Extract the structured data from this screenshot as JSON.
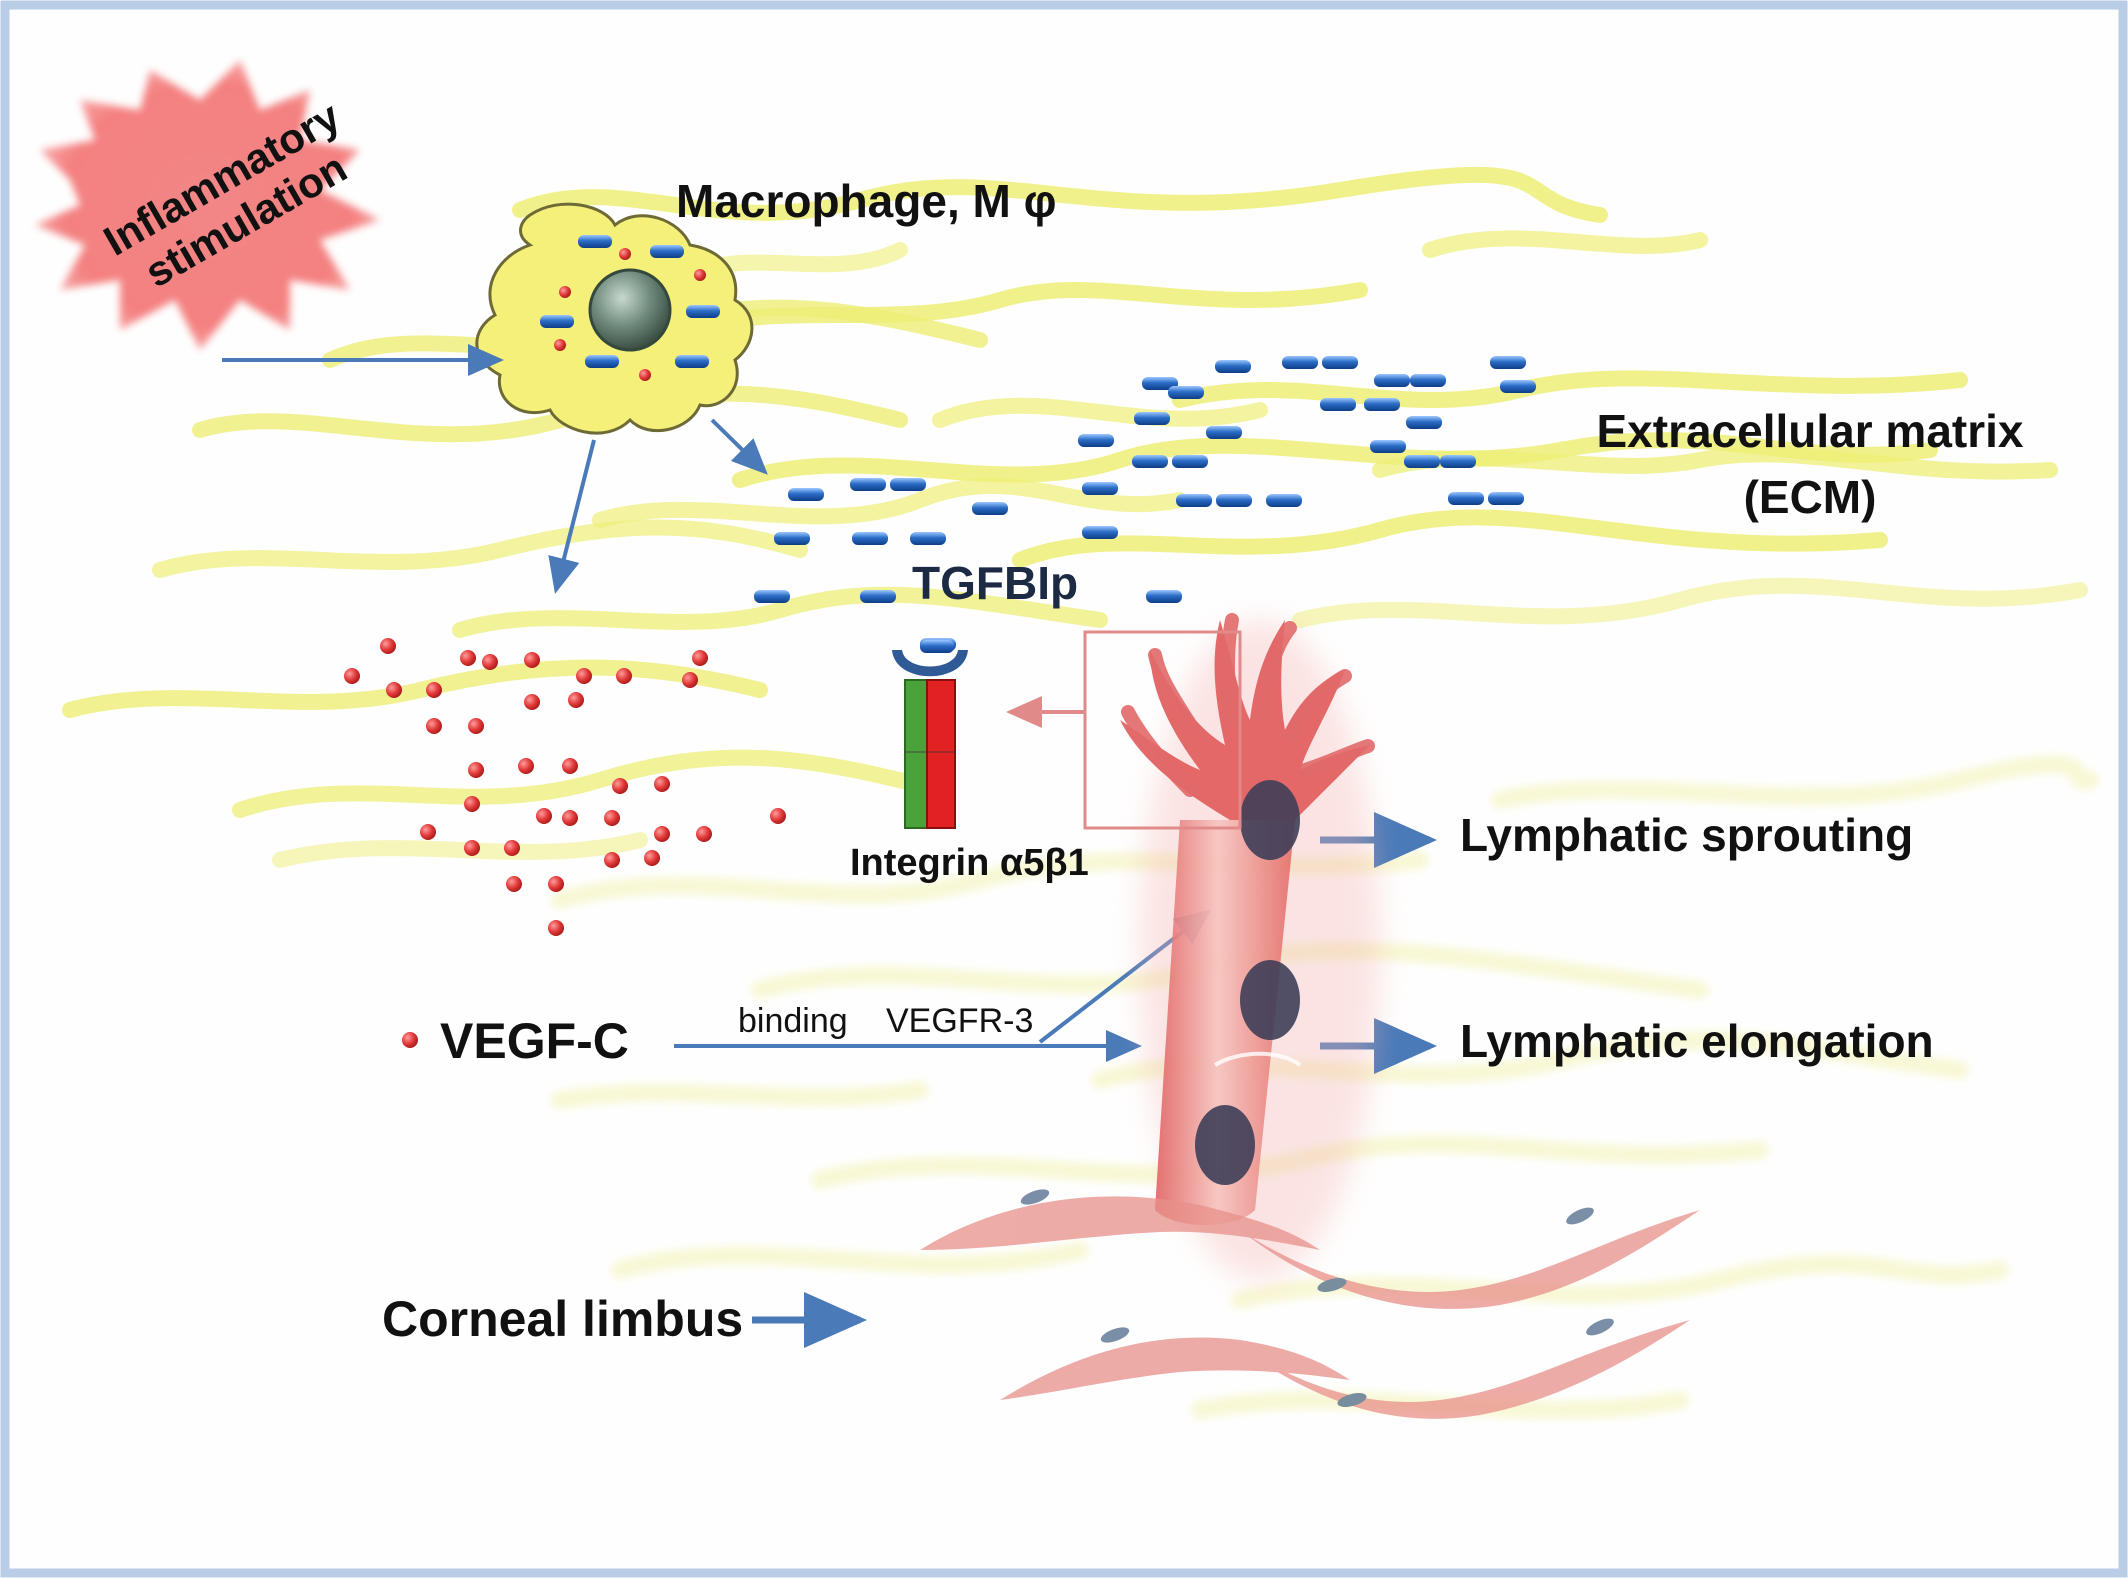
{
  "labels": {
    "inflammatory_line1": "Inflammatory",
    "inflammatory_line2": "stimulation",
    "macrophage": "Macrophage, M φ",
    "ecm_line1": "Extracellular matrix",
    "ecm_line2": "(ECM)",
    "tgfbip": "TGFBIp",
    "integrin": "Integrin α5β1",
    "vegfc": "VEGF-C",
    "binding": "binding",
    "vegfr3": "VEGFR-3",
    "sprouting": "Lymphatic sprouting",
    "elongation": "Lymphatic elongation",
    "limbus": "Corneal limbus"
  },
  "colors": {
    "arrow": "#4a7ab8",
    "ecm_fiber": "#eeee77",
    "tgfbip_particle": "#2a6cc6",
    "vegfc_dot": "#e23a3a",
    "burst": "#f47a7a",
    "macrophage_body": "#f4f07a",
    "lymphatic": "#e05a5a",
    "integrin_alpha": "#4aa33a",
    "integrin_beta": "#e22222",
    "frame": "#b9cde6"
  }
}
